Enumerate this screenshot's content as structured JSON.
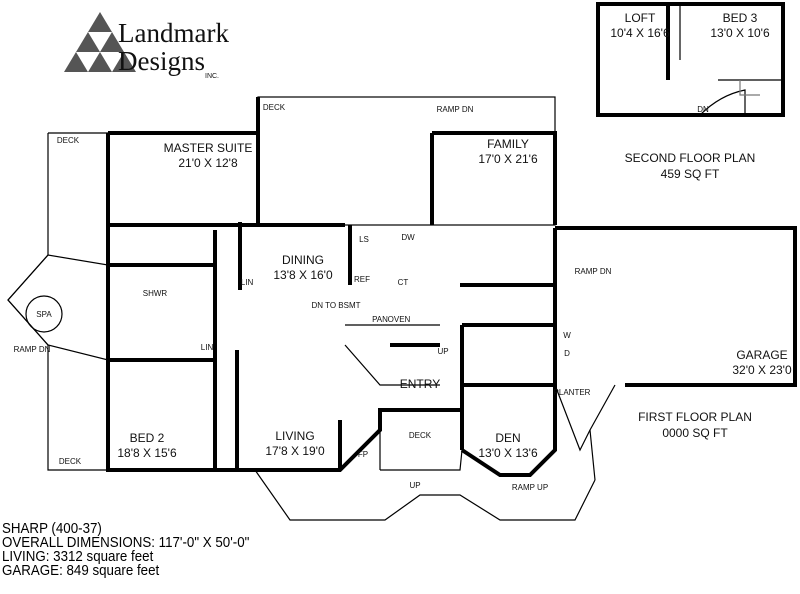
{
  "logo": {
    "line1": "Landmark",
    "line2": "Designs",
    "line3": "INC."
  },
  "second_floor": {
    "title": "SECOND FLOOR PLAN",
    "area": "459 SQ FT",
    "rooms": [
      {
        "name": "LOFT",
        "size": "10'4 X 16'6"
      },
      {
        "name": "BED 3",
        "size": "13'0 X 10'6"
      }
    ],
    "dn": "DN"
  },
  "first_floor": {
    "title": "FIRST FLOOR PLAN",
    "area": "0000 SQ FT",
    "rooms": [
      {
        "name": "MASTER SUITE",
        "size": "21'0 X 12'8"
      },
      {
        "name": "FAMILY",
        "size": "17'0 X 21'6"
      },
      {
        "name": "DINING",
        "size": "13'8 X 16'0"
      },
      {
        "name": "GARAGE",
        "size": "32'0 X 23'0"
      },
      {
        "name": "BED 2",
        "size": "18'8 X 15'6"
      },
      {
        "name": "LIVING",
        "size": "17'8 X 19'0"
      },
      {
        "name": "DEN",
        "size": "13'0 X 13'6"
      }
    ],
    "small_labels": {
      "deck_top": "DECK",
      "deck_left_top": "DECK",
      "deck_left_bottom": "DECK",
      "deck_front": "DECK",
      "ramp_dn_top": "RAMP DN",
      "ramp_dn_left": "RAMP DN",
      "ramp_dn_garage": "RAMP DN",
      "ramp_up": "RAMP UP",
      "spa": "SPA",
      "shwr": "SHWR",
      "lin1": "LIN",
      "lin2": "LIN",
      "ls": "LS",
      "dw": "DW",
      "ref": "REF",
      "ct": "CT",
      "dn_bsmt": "DN TO BSMT",
      "pan": "PAN",
      "oven": "OVEN",
      "up_stair": "UP",
      "entry": "ENTRY",
      "fp": "FP",
      "up_front": "UP",
      "planter": "PLANTER",
      "w": "W",
      "d": "D"
    }
  },
  "info": {
    "name": "SHARP (400-37)",
    "dimensions": "OVERALL DIMENSIONS: 117'-0\" X 50'-0\"",
    "living": "LIVING: 3312 square feet",
    "garage": "GARAGE: 849 square feet"
  }
}
